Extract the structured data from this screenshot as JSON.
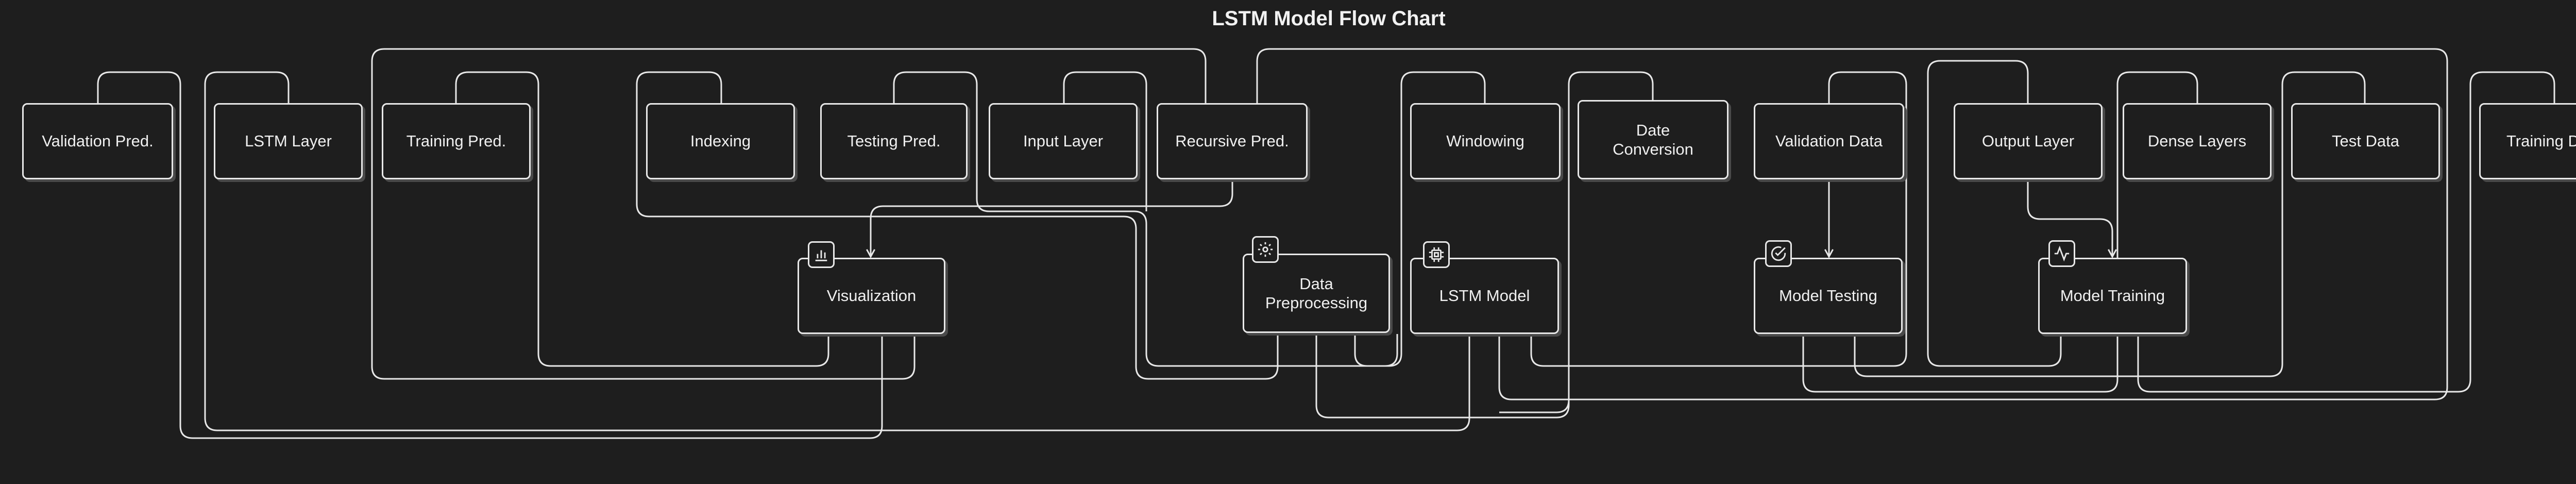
{
  "title": "LSTM Model Flow Chart",
  "colors": {
    "background": "#1e1e1e",
    "stroke": "#e8e8e8",
    "text": "#f0f0f0",
    "shadow": "#4a4a4a"
  },
  "nodes": {
    "validation_pred": "Validation Pred.",
    "lstm_layer": "LSTM Layer",
    "training_pred": "Training Pred.",
    "indexing": "Indexing",
    "testing_pred": "Testing Pred.",
    "input_layer": "Input Layer",
    "recursive_pred": "Recursive Pred.",
    "windowing": "Windowing",
    "date_conversion": "Date\nConversion",
    "validation_data": "Validation Data",
    "output_layer": "Output Layer",
    "dense_layers": "Dense Layers",
    "test_data": "Test Data",
    "training_data": "Training Data",
    "visualization": "Visualization",
    "data_preprocessing": "Data\nPreprocessing",
    "lstm_model": "LSTM Model",
    "model_testing": "Model Testing",
    "model_training": "Model Training"
  },
  "icons": {
    "visualization": "bar-chart-icon",
    "data_preprocessing": "gear-icon",
    "lstm_model": "cpu-chip-icon",
    "model_testing": "check-circle-icon",
    "model_training": "activity-icon"
  }
}
